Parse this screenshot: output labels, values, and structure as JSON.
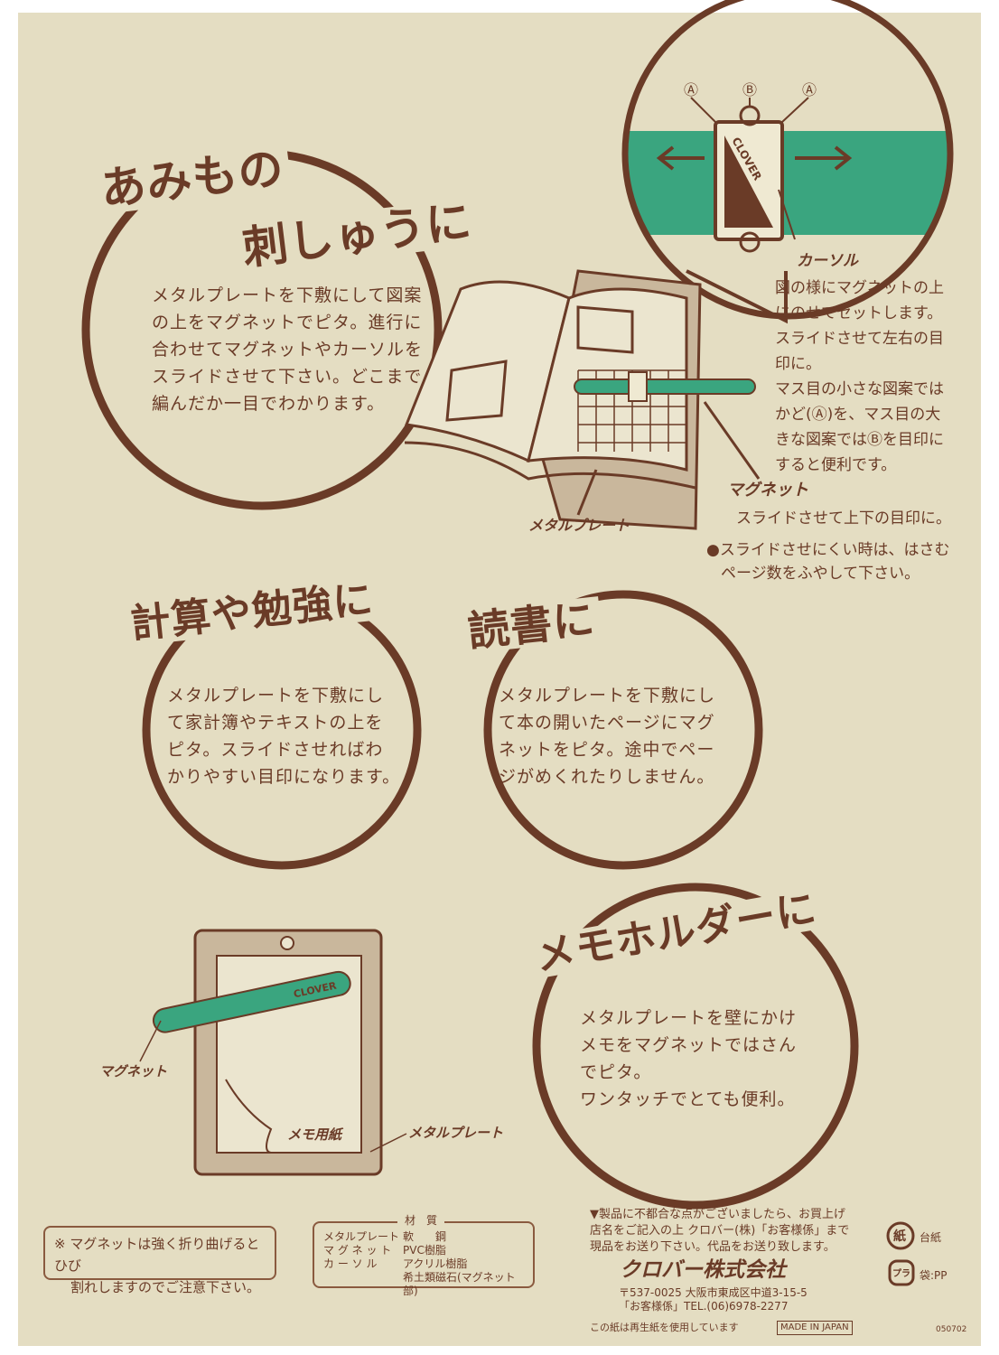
{
  "sections": {
    "knitting": {
      "title_line1": "あみもの",
      "title_line2": "刺しゅうに",
      "body": [
        "メタルプレートを下敷にして図案",
        "の上をマグネットでピタ。進行に",
        "合わせてマグネットやカーソルを",
        "スライドさせて下さい。どこまで",
        "編んだか一目でわかります。"
      ]
    },
    "cursor_note": {
      "label_a": "Ⓐ",
      "label_b": "Ⓑ",
      "cursor_label": "カーソル",
      "brand": "CLOVER",
      "body": [
        "図の様にマグネットの上",
        "にのせてセットします。",
        "スライドさせて左右の目",
        "印に。",
        "マス目の小さな図案では",
        "かど(Ⓐ)を、マス目の大",
        "きな図案ではⒷを目印に",
        "すると便利です。"
      ]
    },
    "magnet_note": {
      "label": "マグネット",
      "body": "スライドさせて上下の目印に。",
      "bullet": [
        "●スライドさせにくい時は、はさむ",
        "ページ数をふやして下さい。"
      ],
      "plate_label": "メタルプレート"
    },
    "study": {
      "title": "計算や勉強に",
      "body": [
        "メタルプレートを下敷にし",
        "て家計簿やテキストの上を",
        "ピタ。スライドさせればわ",
        "かりやすい目印になります。"
      ]
    },
    "reading": {
      "title": "読書に",
      "body": [
        "メタルプレートを下敷にし",
        "て本の開いたページにマグ",
        "ネットをピタ。途中でペー",
        "ジがめくれたりしません。"
      ]
    },
    "memo": {
      "title": "メモホルダーに",
      "body": [
        "メタルプレートを壁にかけ",
        "メモをマグネットではさん",
        "でピタ。",
        "ワンタッチでとても便利。"
      ],
      "magnet_label": "マグネット",
      "paper_label": "メモ用紙",
      "plate_label": "メタルプレート"
    },
    "caution": [
      "※ マグネットは強く折り曲げるとひび",
      "割れしますのでご注意下さい。"
    ],
    "materials": {
      "heading": "材　質",
      "rows": [
        {
          "part": "メタルプレート",
          "material": "軟　　鋼"
        },
        {
          "part": "マ グ ネ ッ ト",
          "material": "PVC樹脂"
        },
        {
          "part": "カ ー ソ ル",
          "material": "アクリル樹脂"
        },
        {
          "part": "",
          "material": "希土類磁石(マグネット部)"
        }
      ]
    },
    "company": {
      "notice": [
        "▼製品に不都合な点がございましたら、お買上げ",
        "店名をご記入の上 クロバー(株)「お客様係」まで",
        "現品をお送り下さい。代品をお送り致します。"
      ],
      "name": "クロバー株式会社",
      "address": "〒537-0025 大阪市東成区中道3-15-5",
      "tel": "「お客様係」TEL.(06)6978-2277",
      "recycled": "この紙は再生紙を使用しています",
      "made_in": "MADE IN JAPAN",
      "code": "050702"
    },
    "recycle": {
      "paper_mark": "紙",
      "paper_label": "台紙",
      "plastic_mark": "プラ",
      "plastic_label": "袋:PP"
    }
  },
  "colors": {
    "brown": "#6a3b27",
    "green": "#3aa57f",
    "paper": "#e4ddc2"
  }
}
